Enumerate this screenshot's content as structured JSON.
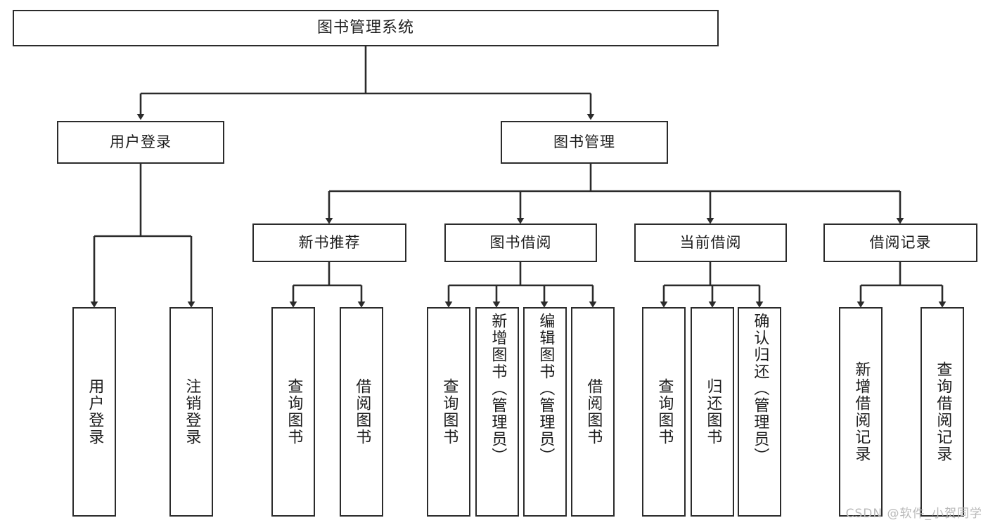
{
  "diagram": {
    "title": "图书管理系统",
    "type": "tree",
    "orientation": "top-down",
    "colors": {
      "box_border": "#2b2b2b",
      "box_fill": "#ffffff",
      "connector": "#2b2b2b",
      "text": "#1d1d1d",
      "watermark": "#b9b9b9",
      "background": "#ffffff"
    },
    "nodes": {
      "root": {
        "label": "图书管理系统",
        "level": 0,
        "orientation": "horizontal"
      },
      "level1": [
        {
          "id": "user-login",
          "label": "用户登录",
          "orientation": "horizontal"
        },
        {
          "id": "book-management",
          "label": "图书管理",
          "orientation": "horizontal"
        }
      ],
      "level2": [
        {
          "id": "new-book-recommend",
          "label": "新书推荐",
          "orientation": "horizontal",
          "parent": "book-management"
        },
        {
          "id": "book-borrow",
          "label": "图书借阅",
          "orientation": "horizontal",
          "parent": "book-management"
        },
        {
          "id": "current-borrow",
          "label": "当前借阅",
          "orientation": "horizontal",
          "parent": "book-management"
        },
        {
          "id": "borrow-record",
          "label": "借阅记录",
          "orientation": "horizontal",
          "parent": "book-management"
        }
      ],
      "leaves": [
        {
          "id": "leaf-user-login",
          "label": "用户登录",
          "parent": "user-login",
          "orientation": "vertical"
        },
        {
          "id": "leaf-logout-login",
          "label": "注销登录",
          "parent": "user-login",
          "orientation": "vertical"
        },
        {
          "id": "leaf-query-book-1",
          "label": "查询图书",
          "parent": "new-book-recommend",
          "orientation": "vertical"
        },
        {
          "id": "leaf-borrow-book-1",
          "label": "借阅图书",
          "parent": "new-book-recommend",
          "orientation": "vertical"
        },
        {
          "id": "leaf-query-book-2",
          "label": "查询图书",
          "parent": "book-borrow",
          "orientation": "vertical"
        },
        {
          "id": "leaf-add-book",
          "label": "新增图书（管理员）",
          "parent": "book-borrow",
          "orientation": "vertical"
        },
        {
          "id": "leaf-edit-book",
          "label": "编辑图书（管理员）",
          "parent": "book-borrow",
          "orientation": "vertical"
        },
        {
          "id": "leaf-borrow-book-2",
          "label": "借阅图书",
          "parent": "book-borrow",
          "orientation": "vertical"
        },
        {
          "id": "leaf-query-book-3",
          "label": "查询图书",
          "parent": "current-borrow",
          "orientation": "vertical"
        },
        {
          "id": "leaf-return-book",
          "label": "归还图书",
          "parent": "current-borrow",
          "orientation": "vertical"
        },
        {
          "id": "leaf-confirm-return",
          "label": "确认归还（管理员）",
          "parent": "current-borrow",
          "orientation": "vertical"
        },
        {
          "id": "leaf-add-record",
          "label": "新增借阅记录",
          "parent": "borrow-record",
          "orientation": "vertical"
        },
        {
          "id": "leaf-query-record",
          "label": "查询借阅记录",
          "parent": "borrow-record",
          "orientation": "vertical"
        }
      ]
    },
    "watermark": "CSDN @软件_小贺同学"
  }
}
